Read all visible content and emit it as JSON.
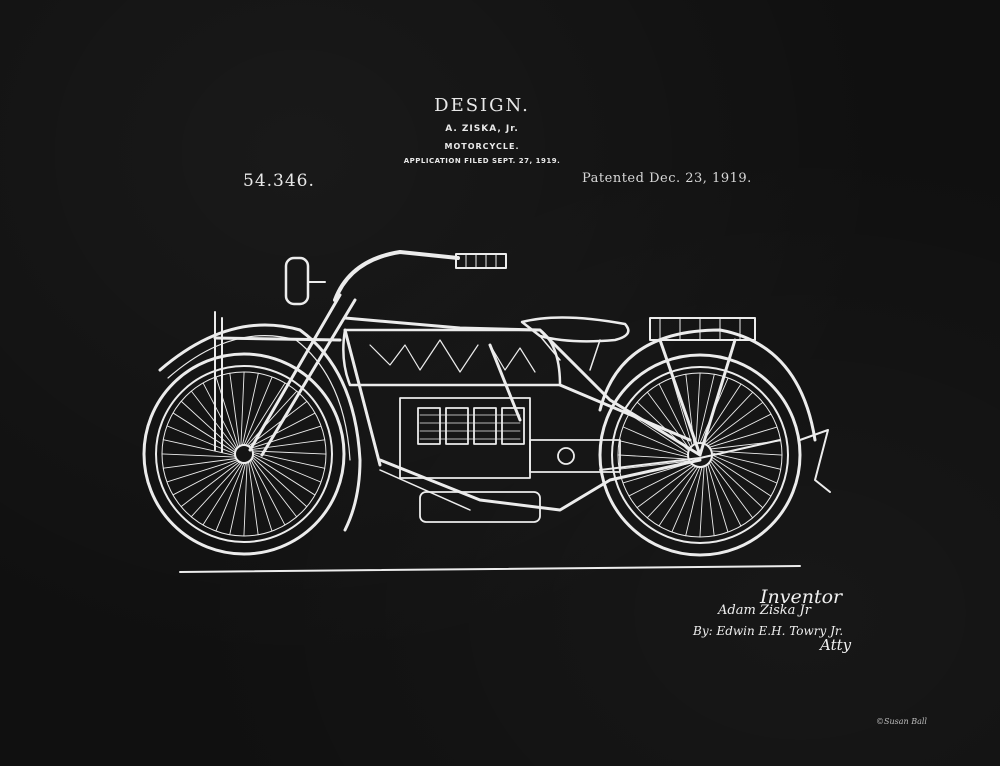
{
  "header": {
    "title": "DESIGN.",
    "inventor": "A. ZISKA, Jr.",
    "subject": "MOTORCYCLE.",
    "filed": "APPLICATION FILED SEPT. 27, 1919.",
    "number": "54.346.",
    "patented": "Patented Dec. 23, 1919."
  },
  "signature": {
    "inventor_label": "Inventor",
    "inventor_name": "Adam Ziska Jr",
    "by_line": "By: Edwin E.H. Towry Jr.",
    "atty": "Atty"
  },
  "artist_signature": "©Susan Ball",
  "colors": {
    "background": "#101010",
    "line": "#ececec"
  }
}
